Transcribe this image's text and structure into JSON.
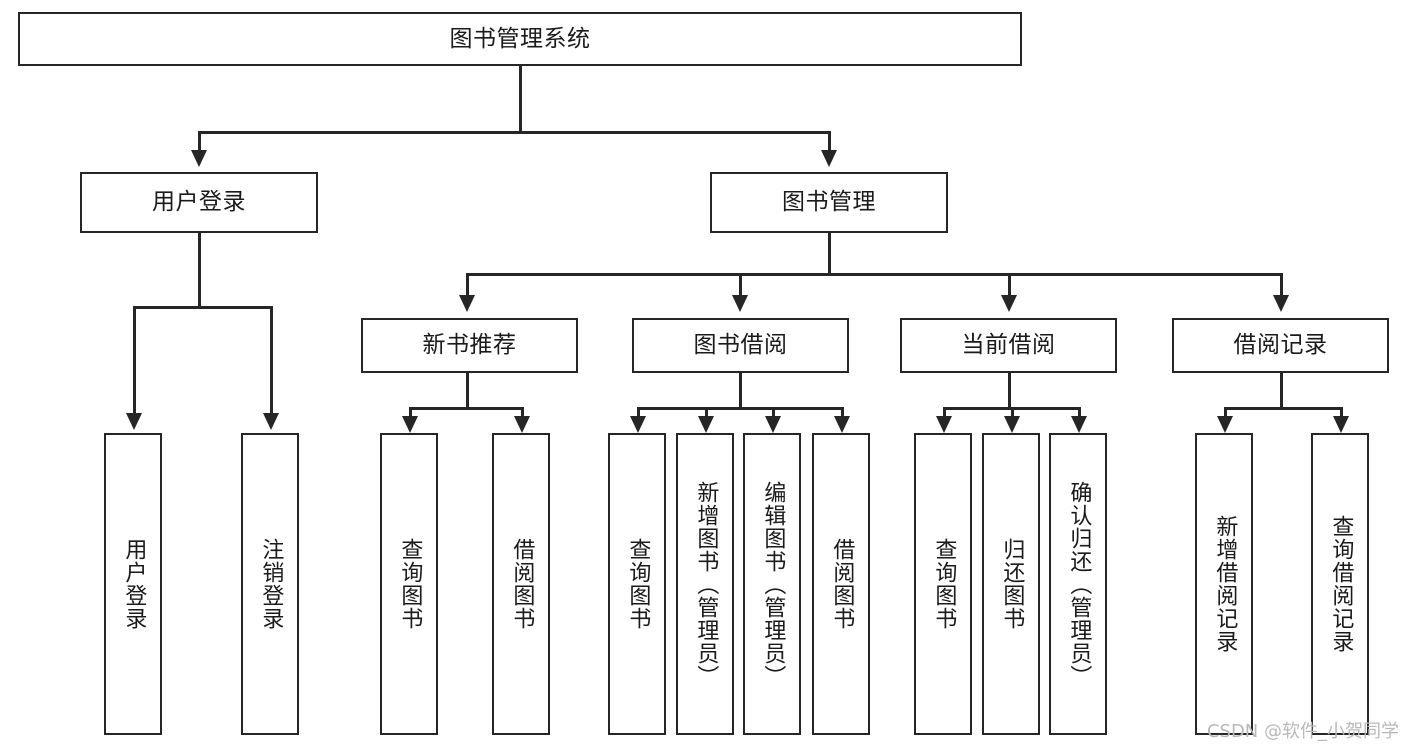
{
  "diagram": {
    "title": "图书管理系统",
    "type": "tree-hierarchy",
    "root": {
      "label": "图书管理系统"
    },
    "level2": [
      {
        "label": "用户登录"
      },
      {
        "label": "图书管理"
      }
    ],
    "level3": [
      {
        "label": "新书推荐"
      },
      {
        "label": "图书借阅"
      },
      {
        "label": "当前借阅"
      },
      {
        "label": "借阅记录"
      }
    ],
    "leaves": {
      "user_login": [
        {
          "label": "用户登录"
        },
        {
          "label": "注销登录"
        }
      ],
      "new_book_recommend": [
        {
          "label": "查询图书"
        },
        {
          "label": "借阅图书"
        }
      ],
      "book_borrow": [
        {
          "label": "查询图书"
        },
        {
          "label": "新增图书（管理员）"
        },
        {
          "label": "编辑图书（管理员）"
        },
        {
          "label": "借阅图书"
        }
      ],
      "current_borrow": [
        {
          "label": "查询图书"
        },
        {
          "label": "归还图书"
        },
        {
          "label": "确认归还（管理员）"
        }
      ],
      "borrow_record": [
        {
          "label": "新增借阅记录"
        },
        {
          "label": "查询借阅记录"
        }
      ]
    }
  },
  "watermark": {
    "text": "CSDN @软件_小贺同学"
  },
  "colors": {
    "stroke": "#262626",
    "text": "#1a1a1a",
    "background": "#ffffff",
    "watermark": "#b9b9b9"
  }
}
